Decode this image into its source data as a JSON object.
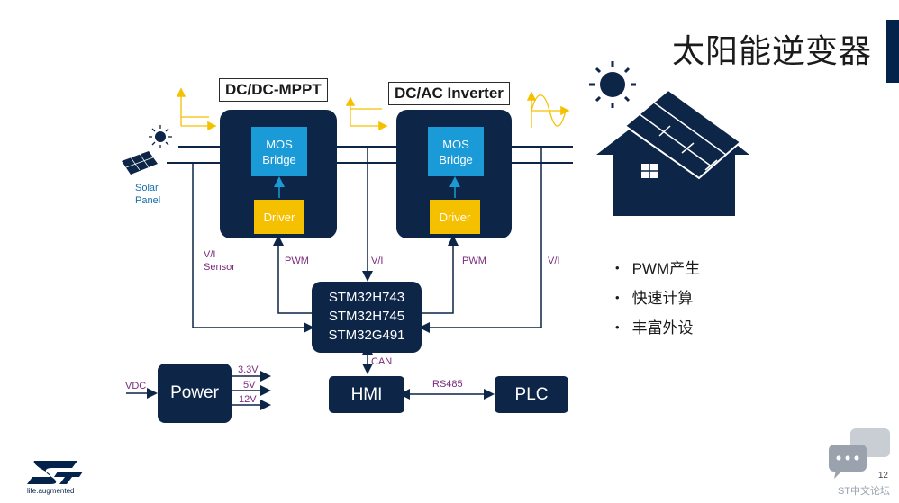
{
  "title": "太阳能逆变器",
  "blocks": {
    "dcdc_header": "DC/DC-MPPT",
    "dcac_header": "DC/AC Inverter",
    "mos_left_line1": "MOS",
    "mos_left_line2": "Bridge",
    "mos_right_line1": "MOS",
    "mos_right_line2": "Bridge",
    "driver_left": "Driver",
    "driver_right": "Driver",
    "mcu_line1": "STM32H743",
    "mcu_line2": "STM32H745",
    "mcu_line3": "STM32G491",
    "power": "Power",
    "hmi": "HMI",
    "plc": "PLC"
  },
  "labels": {
    "solar_panel_1": "Solar",
    "solar_panel_2": "Panel",
    "vi_sensor_1": "V/I",
    "vi_sensor_2": "Sensor",
    "pwm_left": "PWM",
    "vi_mid": "V/I",
    "pwm_right": "PWM",
    "vi_right": "V/I",
    "can": "CAN",
    "rs485": "RS485",
    "vdc": "VDC",
    "v33": "3.3V",
    "v5": "5V",
    "v12": "12V"
  },
  "bullets": [
    "PWM产生",
    "快速计算",
    "丰富外设"
  ],
  "footer": {
    "page_number": "12",
    "forum": "ST中文论坛",
    "tagline": "life.augmented"
  },
  "colors": {
    "navy": "#0d2547",
    "cyan": "#1a9bd7",
    "yellow": "#f5c000",
    "purple": "#7a2a7d",
    "gray_waveform": "#f0c419"
  }
}
